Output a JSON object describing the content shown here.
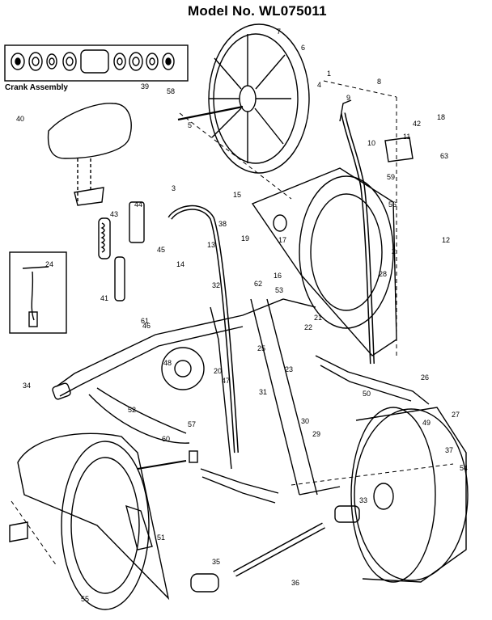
{
  "title": "Model No. WL075011",
  "caption": "Crank Assembly",
  "part_labels": [
    "1",
    "2",
    "3",
    "4",
    "5",
    "6",
    "7",
    "8",
    "9",
    "10",
    "11",
    "12",
    "13",
    "14",
    "15",
    "16",
    "17",
    "18",
    "19",
    "20",
    "21",
    "22",
    "23",
    "24",
    "25",
    "26",
    "27",
    "28",
    "29",
    "30",
    "31",
    "32",
    "33",
    "34",
    "35",
    "36",
    "37",
    "38",
    "39",
    "40",
    "41",
    "42",
    "43",
    "44",
    "45",
    "46",
    "47",
    "48",
    "49",
    "50",
    "51",
    "52",
    "53",
    "54",
    "55",
    "56",
    "57",
    "58",
    "59",
    "60",
    "61",
    "62",
    "63"
  ]
}
